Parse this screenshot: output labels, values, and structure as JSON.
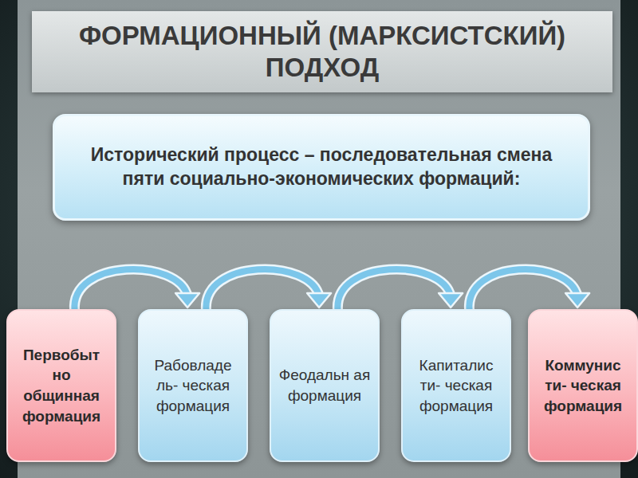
{
  "diagram": {
    "title": "ФОРМАЦИОННЫЙ (МАРКСИСТСКИЙ) ПОДХОД",
    "nodes": [
      {
        "text": [
          "Исторический процесс – последовательная смена пяти социально-экономических формаций:"
        ]
      },
      {
        "text": [
          "Первобыт но общинная формация"
        ]
      },
      {
        "text": [
          "Рабовладе ль- ческая формация"
        ]
      },
      {
        "text": [
          "Феодальн ая формация"
        ]
      },
      {
        "text": [
          "Капиталис ти- ческая формация"
        ]
      },
      {
        "text": [
          "Коммунис ти- ческая формация"
        ]
      }
    ],
    "edges": [
      {
        "from": 1,
        "to": 2,
        "arrow": "to"
      },
      {
        "from": 2,
        "to": 3,
        "arrow": "to"
      },
      {
        "from": 3,
        "to": 4,
        "arrow": "to"
      },
      {
        "from": 4,
        "to": 5,
        "arrow": "to"
      }
    ]
  }
}
